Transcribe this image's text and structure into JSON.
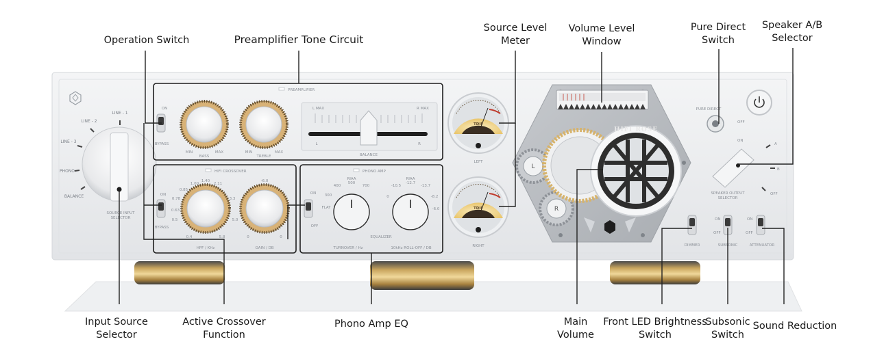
{
  "callouts": {
    "operation_switch": "Operation Switch",
    "preamp_tone": "Preamplifier Tone Circuit",
    "source_meter_l1": "Source Level",
    "source_meter_l2": "Meter",
    "volume_window_l1": "Volume Level",
    "volume_window_l2": "Window",
    "pure_direct_l1": "Pure Direct",
    "pure_direct_l2": "Switch",
    "speaker_ab_l1": "Speaker A/B",
    "speaker_ab_l2": "Selector",
    "input_source_l1": "Input Source",
    "input_source_l2": "Selector",
    "crossover_l1": "Active Crossover",
    "crossover_l2": "Function",
    "phono_eq": "Phono Amp EQ",
    "main_volume_l1": "Main",
    "main_volume_l2": "Volume",
    "led_brightness_l1": "Front LED Brightness",
    "led_brightness_l2": "Switch",
    "subsonic_l1": "Subsonic",
    "subsonic_l2": "Switch",
    "sound_reduction": "Sound Reduction"
  },
  "panel": {
    "input": {
      "positions": [
        "LINE - 1",
        "LINE - 2",
        "LINE - 3",
        "PHONO",
        "BALANCE"
      ],
      "label_line1": "SOURCE INPUT",
      "label_line2": "SELECTOR"
    },
    "operation": {
      "on": "ON",
      "bypass": "BYPASS"
    },
    "preamplifier": {
      "header": "PREAMPLIFIER",
      "bass": "BASS",
      "treble": "TREBLE",
      "min": "MIN",
      "max": "MAX",
      "balance": "BALANCE",
      "bal_left_max": "L MAX",
      "bal_right_max": "R MAX",
      "bal_l": "L",
      "bal_r": "R"
    },
    "crossover": {
      "header": "HIFI CROSSOVER",
      "on": "ON",
      "bypass": "BYPASS",
      "hpf_label": "HPF / KHz",
      "gain_label": "GAIN / DB",
      "hpf_ticks": [
        "0.4",
        "0.5",
        "0.63",
        "0.78",
        "0.85",
        "1.00",
        "1.40",
        "2.11",
        "3.3",
        "5.0",
        "5.8"
      ],
      "gain_min": "0",
      "gain_max": "0",
      "gain_mid": "-6.0"
    },
    "phono": {
      "header": "PHONO AMP",
      "on": "ON",
      "off": "OFF",
      "flat": "FLAT",
      "equalizer": "EQUALIZER",
      "turnover_label": "TURNOVER / Hz",
      "rolloff_label": "10kHz ROLL-OFF / DB",
      "turnover_ticks": [
        "300",
        "400",
        "500",
        "700"
      ],
      "turnover_top": "RIAA",
      "rolloff_ticks": [
        "0",
        "-10.5",
        "-12.7",
        "-13.7",
        "-8.2",
        "-6.0"
      ],
      "rolloff_top": "RIAA"
    },
    "meters": {
      "left": "LEFT",
      "right": "RIGHT",
      "brand": "TDIF"
    },
    "volume": {
      "logo": "HIFI ROSE",
      "ring_left": "L",
      "ring_right": "R"
    },
    "pure_direct": {
      "label": "PURE DIRECT",
      "off": "OFF",
      "on": "ON"
    },
    "speaker": {
      "label_line1": "SPEAKER OUTPUT",
      "label_line2": "SELECTOR",
      "a": "A",
      "b": "B",
      "off": "OFF"
    },
    "switches": {
      "dimmer": "DIMMER",
      "subsonic": "SUBSONIC",
      "attenuator": "ATTENUATOR",
      "on": "ON",
      "off": "OFF"
    }
  },
  "colors": {
    "panel": "#eceef0",
    "knob_gold": "#c9a46a",
    "meter_face": "#f6e0a5",
    "meter_red": "#c0392b",
    "leader": "#222222"
  }
}
